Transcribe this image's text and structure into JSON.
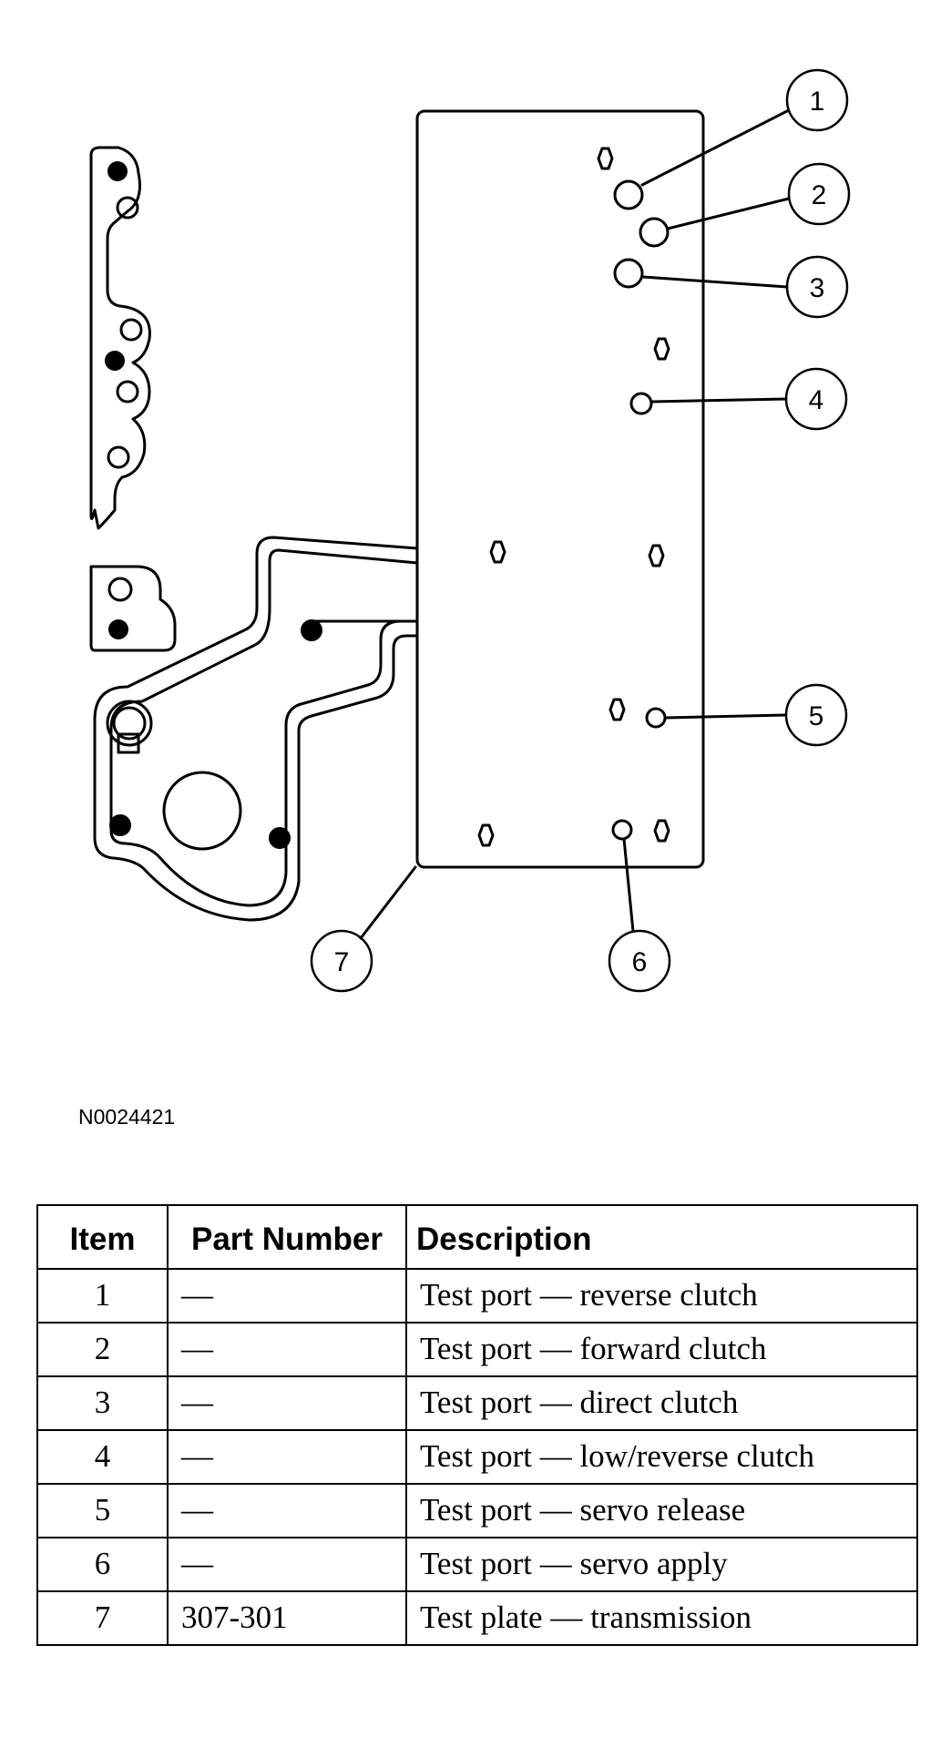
{
  "figure_id": "N0024421",
  "callouts": [
    "1",
    "2",
    "3",
    "4",
    "5",
    "6",
    "7"
  ],
  "table": {
    "headers": {
      "item": "Item",
      "part_number": "Part Number",
      "description": "Description"
    },
    "rows": [
      {
        "item": "1",
        "part_number": "—",
        "description": "Test port — reverse clutch"
      },
      {
        "item": "2",
        "part_number": "—",
        "description": "Test port — forward clutch"
      },
      {
        "item": "3",
        "part_number": "—",
        "description": "Test port — direct clutch"
      },
      {
        "item": "4",
        "part_number": "—",
        "description": "Test port — low/reverse clutch"
      },
      {
        "item": "5",
        "part_number": "—",
        "description": "Test port — servo release"
      },
      {
        "item": "6",
        "part_number": "—",
        "description": "Test port — servo apply"
      },
      {
        "item": "7",
        "part_number": "307-301",
        "description": "Test plate — transmission"
      }
    ]
  }
}
